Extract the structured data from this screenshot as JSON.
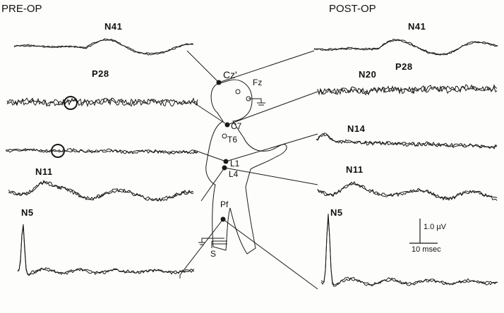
{
  "headings": {
    "pre": "PRE-OP",
    "post": "POST-OP"
  },
  "pre_op": {
    "peaks": [
      "N41",
      "P28",
      "N11",
      "N5"
    ]
  },
  "post_op": {
    "peaks": [
      "N41",
      "P28",
      "N20",
      "N14",
      "N11",
      "N5"
    ]
  },
  "electrodes": {
    "cz": "Cz'",
    "fz": "Fz",
    "c7": "C7",
    "t6": "T6",
    "l1": "L1",
    "l4": "L4",
    "pf": "Pf",
    "s": "S"
  },
  "scale": {
    "amplitude": "1.0 µV",
    "time": "10 msec"
  },
  "colors": {
    "ink": "#1a1a1a",
    "background": "#fdfdfb"
  }
}
